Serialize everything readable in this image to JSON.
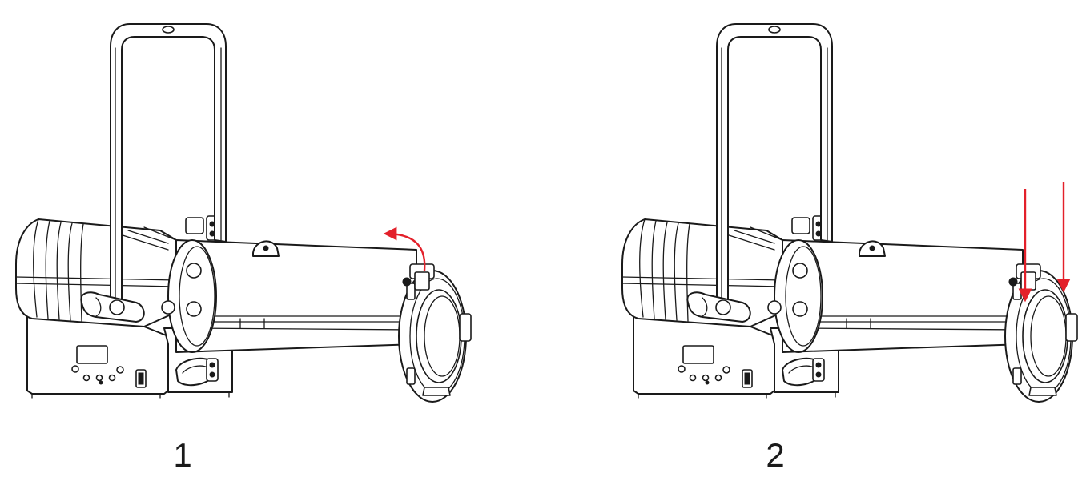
{
  "steps": [
    {
      "label": "1",
      "instruction_arrow": "curved-arrow-up-left",
      "arrow_count": 1
    },
    {
      "label": "2",
      "instruction_arrow": "straight-arrow-down",
      "arrow_count": 2
    }
  ],
  "colors": {
    "line": "#1a1a1a",
    "arrow": "#e3202a",
    "background": "#ffffff"
  }
}
